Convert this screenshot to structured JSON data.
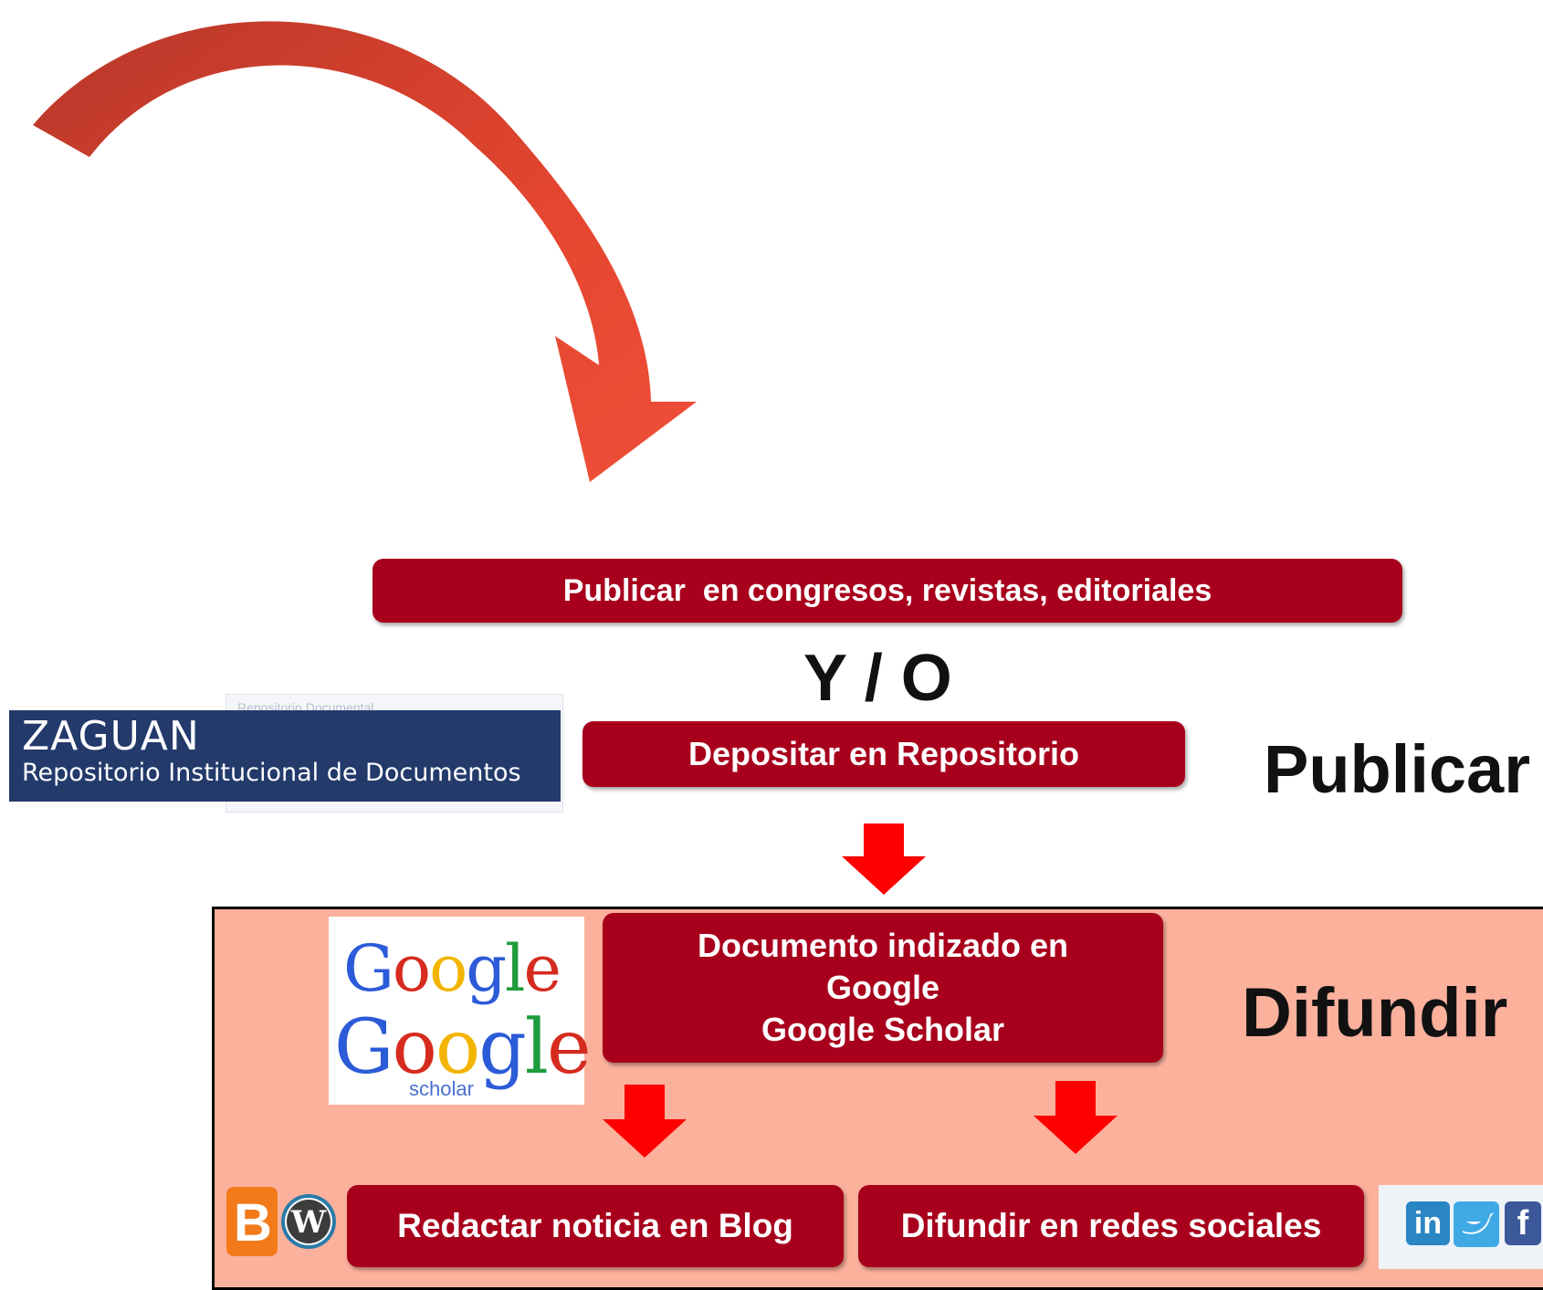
{
  "boxes": {
    "publicar_congresos": "Publicar  en congresos, revistas, editoriales",
    "depositar": "Depositar en Repositorio",
    "indizado_line1": "Documento indizado en",
    "indizado_line2": "Google",
    "indizado_line3": "Google Scholar",
    "blog": "Redactar noticia en Blog",
    "redes": "Difundir en redes sociales"
  },
  "labels": {
    "y_o": "Y / O",
    "publicar": "Publicar",
    "difundir": "Difundir"
  },
  "logos": {
    "zaguan_title": "ZAGUAN",
    "zaguan_subtitle": "Repositorio Institucional de Documentos",
    "zaguan_bg_caption": "Repositorio Documental",
    "google_word": "Google",
    "google_scholar_word": "Google",
    "scholar_word": "scholar",
    "blogger_letter": "B",
    "wordpress_letter": "W",
    "linkedin_text": "in",
    "facebook_text": "f"
  },
  "icons": [
    "curved-arrow-icon",
    "down-arrow-icon",
    "blogger-icon",
    "wordpress-icon",
    "linkedin-icon",
    "twitter-icon",
    "facebook-icon"
  ],
  "colors": {
    "box": "#a8001c",
    "arrow": "#e8432e",
    "down_arrow": "#ff0000",
    "panel": "#fcb19d",
    "zaguan": "#233a6b"
  }
}
